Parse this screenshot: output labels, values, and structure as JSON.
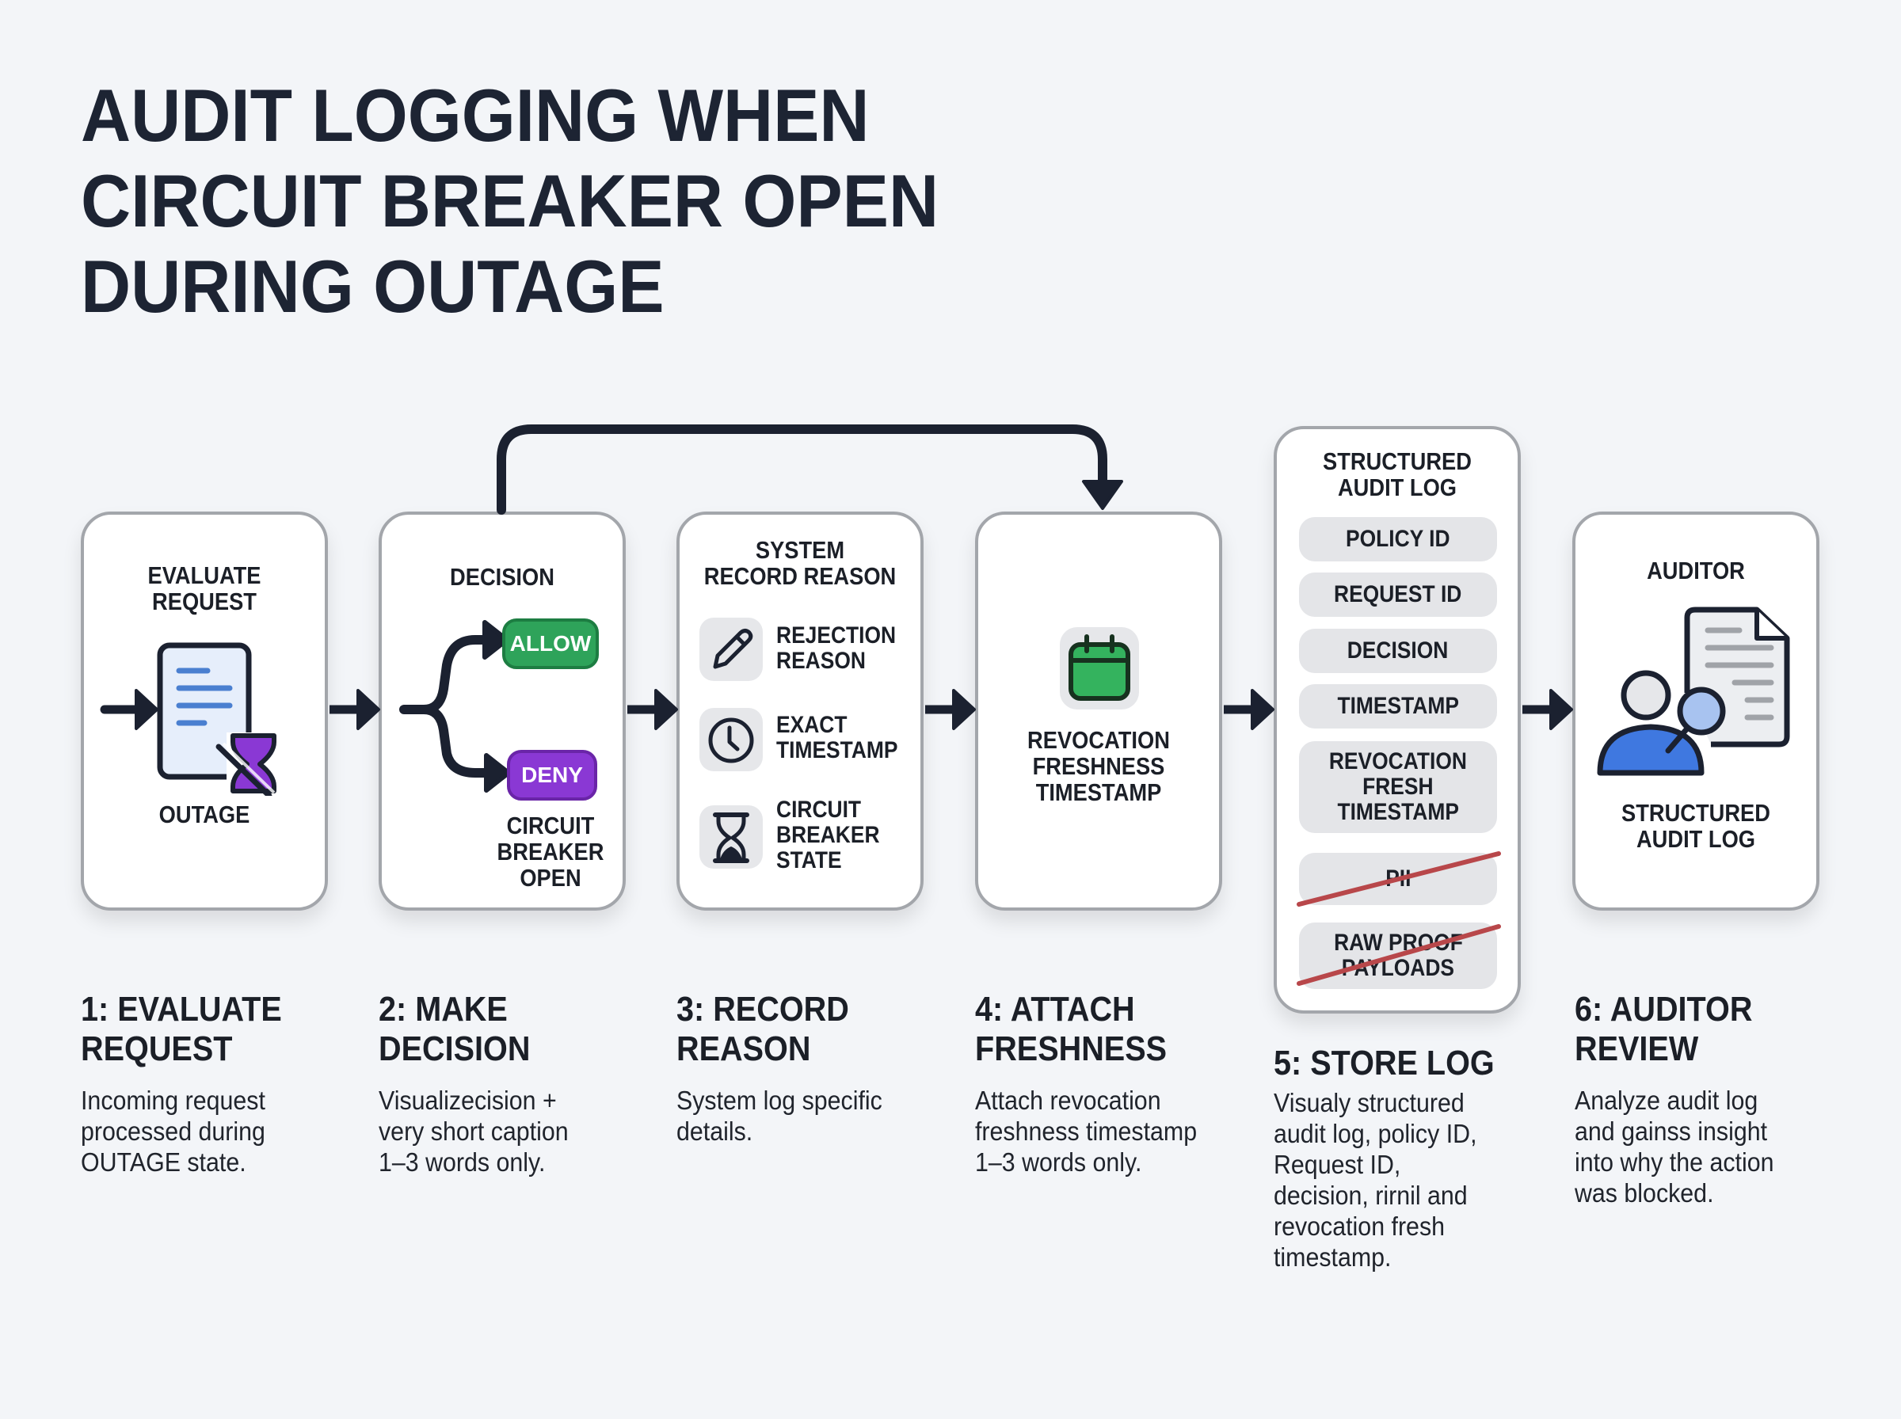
{
  "title": {
    "lines": [
      "AUDIT LOGGING WHEN",
      "CIRCUIT BREAKER OPEN",
      "DURING OUTAGE"
    ]
  },
  "colors": {
    "ink": "#1b2130",
    "allow_green": "#2ea35a",
    "deny_purple": "#8a38d4",
    "calendar_green": "#34b35e",
    "auditor_blue": "#3f78e0",
    "strike_red": "#b8474a",
    "card_border": "#a3a6ab",
    "field_gray": "#e4e5e8"
  },
  "cards": {
    "evaluate": {
      "title": [
        "EVALUATE",
        "REQUEST"
      ],
      "icon": "document-hourglass-icon",
      "caption": "OUTAGE"
    },
    "decision": {
      "title": "DECISION",
      "icon": "branch-arrows-icon",
      "allow_label": "ALLOW",
      "deny_label": "DENY",
      "deny_caption": [
        "CIRCUIT",
        "BREAKER",
        "OPEN"
      ]
    },
    "record": {
      "title": [
        "SYSTEM",
        "RECORD REASON"
      ],
      "items": [
        {
          "icon": "pencil-icon",
          "label": [
            "REJECTION",
            "REASON"
          ]
        },
        {
          "icon": "clock-icon",
          "label": [
            "EXACT",
            "TIMESTAMP"
          ]
        },
        {
          "icon": "hourglass-icon",
          "label": [
            "CIRCUIT",
            "BREAKER",
            "STATE"
          ]
        }
      ]
    },
    "freshness": {
      "icon": "calendar-icon",
      "label": [
        "REVOCATION",
        "FRESHNESS",
        "TIMESTAMP"
      ]
    },
    "log": {
      "title": [
        "STRUCTURED",
        "AUDIT LOG"
      ],
      "fields": [
        {
          "label": [
            "POLICY ID"
          ],
          "excluded": false
        },
        {
          "label": [
            "REQUEST ID"
          ],
          "excluded": false
        },
        {
          "label": [
            "DECISION"
          ],
          "excluded": false
        },
        {
          "label": [
            "TIMESTAMP"
          ],
          "excluded": false
        },
        {
          "label": [
            "REVOCATION",
            "FRESH",
            "TIMESTAMP"
          ],
          "excluded": false
        },
        {
          "label": [
            "PII"
          ],
          "excluded": true
        },
        {
          "label": [
            "RAW PROOF",
            "PAYLOADS"
          ],
          "excluded": true
        }
      ]
    },
    "auditor": {
      "title": "AUDITOR",
      "icon": "auditor-magnifier-document-icon",
      "caption": [
        "STRUCTURED",
        "AUDIT LOG"
      ]
    }
  },
  "steps": [
    {
      "heading": [
        "1: EVALUATE",
        "REQUEST"
      ],
      "body": [
        "Incoming request",
        "processed during",
        "OUTAGE state."
      ]
    },
    {
      "heading": [
        "2: MAKE",
        "DECISION"
      ],
      "body": [
        "Visualizecision +",
        "very short caption",
        "1–3 words only."
      ]
    },
    {
      "heading": [
        "3: RECORD",
        "REASON"
      ],
      "body": [
        "System log specific",
        "details."
      ]
    },
    {
      "heading": [
        "4: ATTACH",
        "FRESHNESS"
      ],
      "body": [
        "Attach revocation",
        "freshness timestamp",
        "1–3 words only."
      ]
    },
    {
      "heading": [
        "5: STORE LOG"
      ],
      "body": [
        "Visualy structured",
        "audit log, policy ID,",
        "Request ID,",
        "decision, rirnil and",
        "revocation fresh",
        "timestamp."
      ]
    },
    {
      "heading": [
        "6: AUDITOR",
        "REVIEW"
      ],
      "body": [
        "Analyze audit log",
        "and gainss insight",
        "into why the action",
        "was blocked."
      ]
    }
  ]
}
